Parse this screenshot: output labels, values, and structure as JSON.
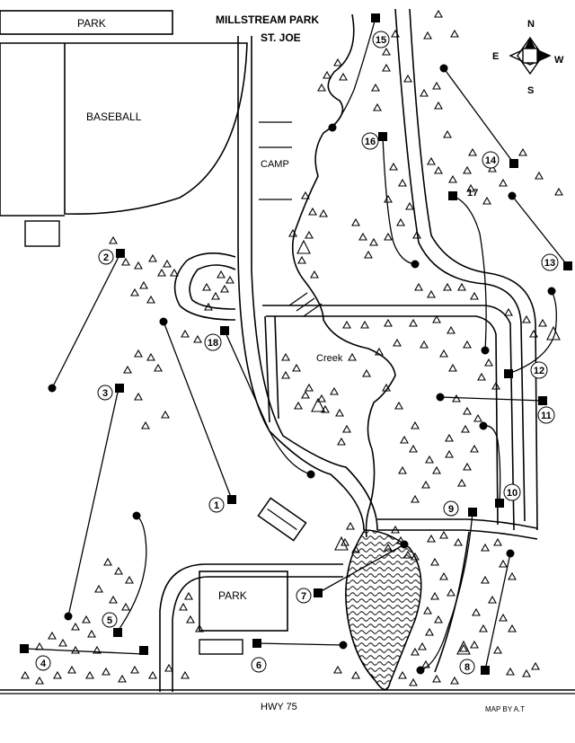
{
  "title": "MILLSTREAM PARK",
  "subtitle": "ST. JOE",
  "labels": {
    "park_top": "PARK",
    "baseball": "BASEBALL",
    "camp": "CAMP",
    "creek": "Creek",
    "park_bottom": "PARK",
    "highway": "HWY 75",
    "credit": "MAP BY A.T"
  },
  "compass": {
    "north": "N",
    "south": "S",
    "east": "E",
    "west": "W"
  },
  "holes": [
    {
      "number": "1"
    },
    {
      "number": "2"
    },
    {
      "number": "3"
    },
    {
      "number": "4"
    },
    {
      "number": "5"
    },
    {
      "number": "6"
    },
    {
      "number": "7"
    },
    {
      "number": "8"
    },
    {
      "number": "9"
    },
    {
      "number": "10"
    },
    {
      "number": "11"
    },
    {
      "number": "12"
    },
    {
      "number": "13"
    },
    {
      "number": "14"
    },
    {
      "number": "15"
    },
    {
      "number": "16"
    },
    {
      "number": "17"
    },
    {
      "number": "18"
    }
  ],
  "legend_icons": {
    "tee": "filled-square-tee-icon",
    "basket": "filled-circle-basket-icon",
    "tree": "triangle-tree-icon",
    "water": "wavy-water-icon"
  }
}
